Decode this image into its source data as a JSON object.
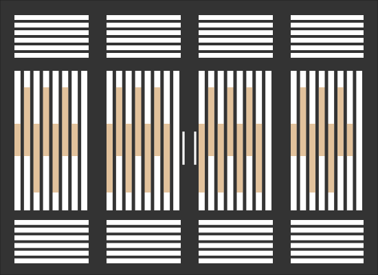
{
  "colors": {
    "frame": "#333333",
    "frame_stroke": "#1e1e1e",
    "opening": "#ffffff",
    "wood": "#e2c29c",
    "handle": "#f2f2f2"
  },
  "gate": {
    "panels": [
      {
        "id": "panel-1",
        "pattern": "outer"
      },
      {
        "id": "panel-2",
        "pattern": "inner"
      },
      {
        "id": "panel-3",
        "pattern": "inner"
      },
      {
        "id": "panel-4",
        "pattern": "outer"
      }
    ],
    "top_louver_slats": 6,
    "bottom_louver_slats": 6,
    "vertical_bars_per_panel": 8,
    "handles": [
      "left-leaf-handle",
      "right-leaf-handle"
    ]
  }
}
